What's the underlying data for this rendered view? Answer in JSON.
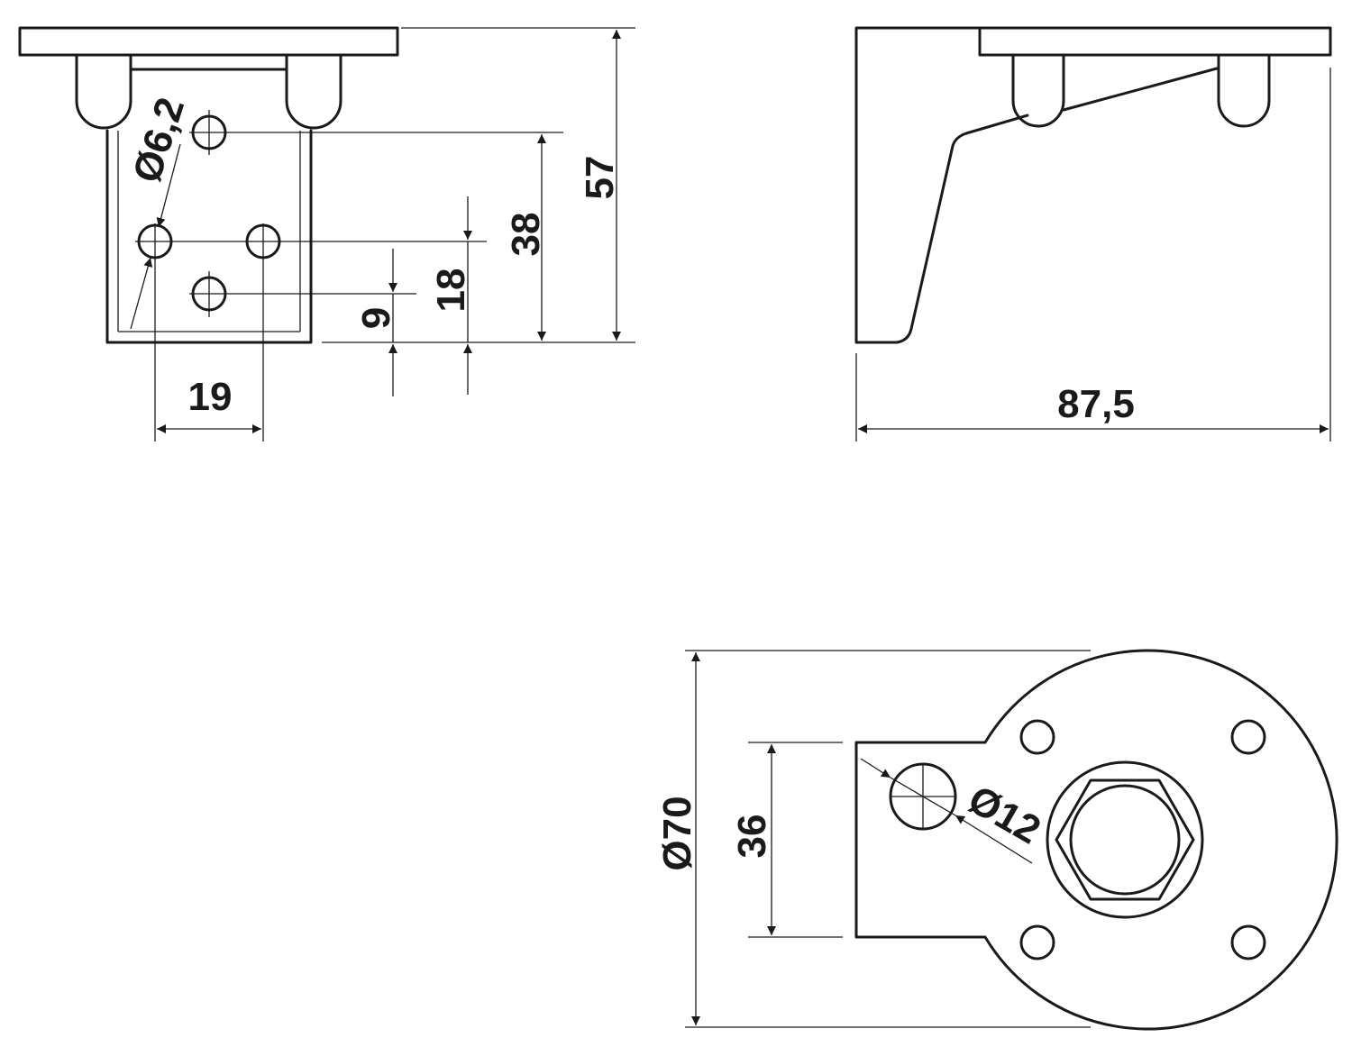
{
  "dimensions": {
    "front": {
      "hole_diameter": "Ø6,2",
      "height_total": "57",
      "height_upper_hole": "38",
      "height_middle_holes": "18",
      "height_lower_hole": "9",
      "hole_spacing": "19"
    },
    "side": {
      "length": "87,5"
    },
    "bottom": {
      "plate_diameter": "Ø70",
      "bracket_width": "36",
      "hole_diameter": "Ø12"
    }
  }
}
